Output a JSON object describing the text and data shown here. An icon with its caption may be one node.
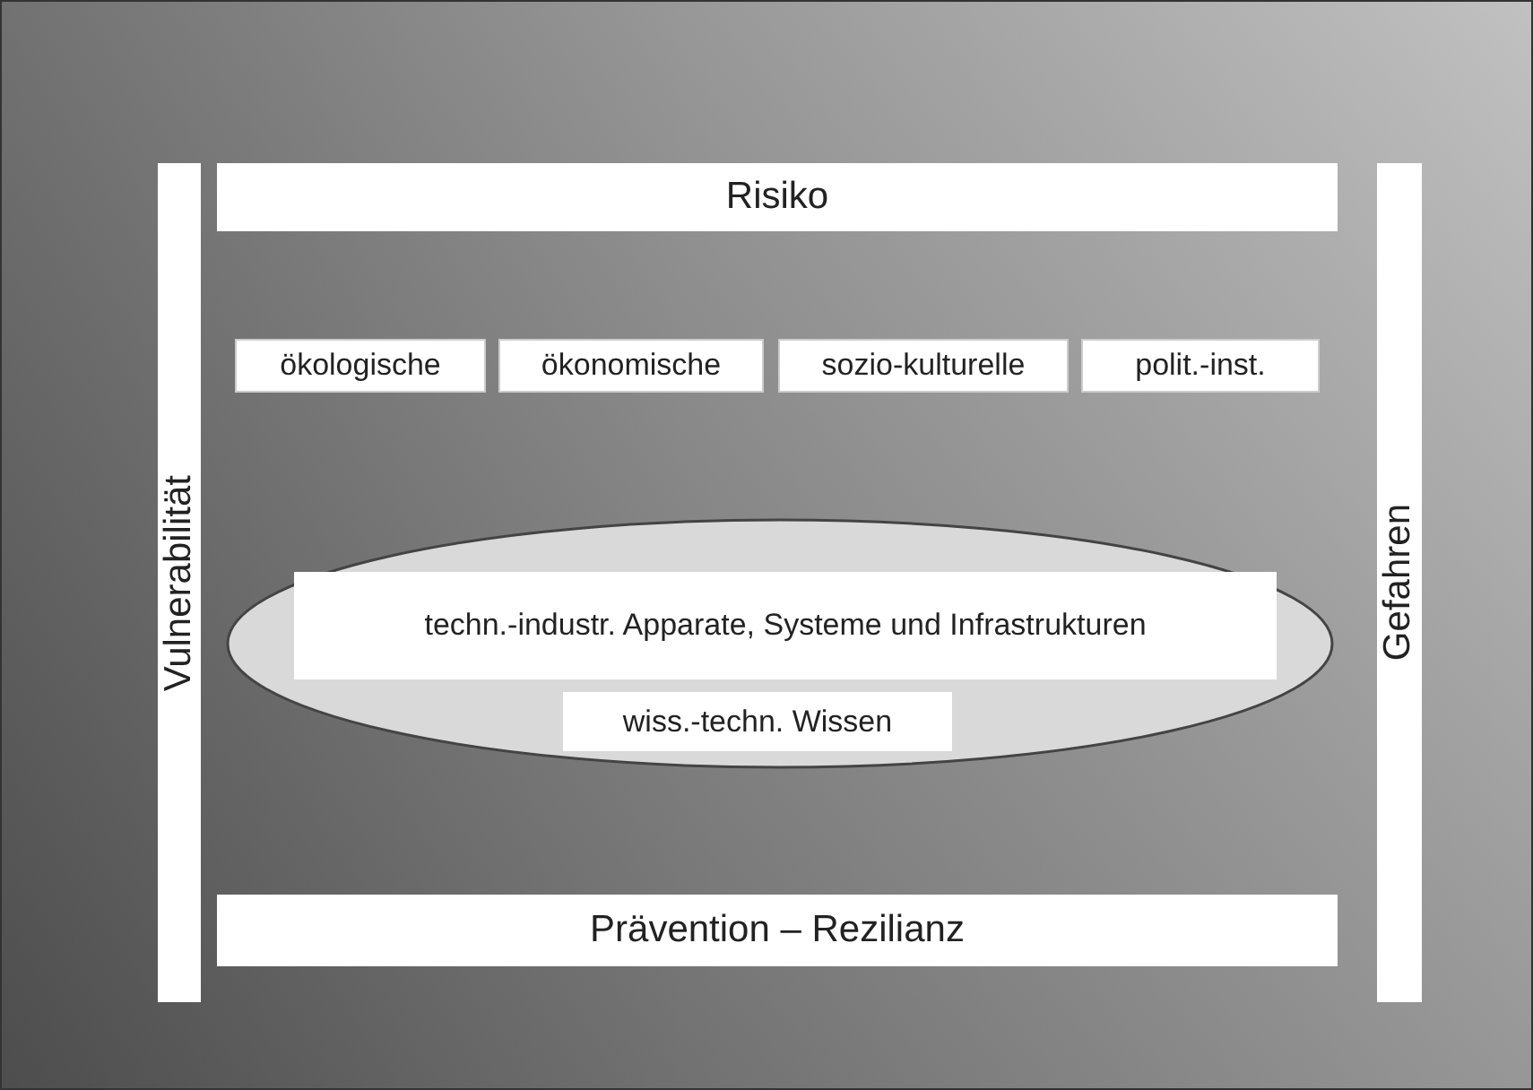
{
  "diagram": {
    "nodes": [
      {
        "text": [
          "Vulnerabilität"
        ]
      },
      {
        "text": [
          "Risiko"
        ]
      },
      {
        "text": [
          "Gefahren"
        ]
      },
      {
        "text": [
          "ökologische"
        ]
      },
      {
        "text": [
          "ökonomische"
        ]
      },
      {
        "text": [
          "sozio-kulturelle"
        ]
      },
      {
        "text": [
          "polit.-inst."
        ]
      },
      {
        "text": [],
        "shape": "ellipse"
      },
      {
        "text": [
          "techn.-industr. Apparate, Systeme und Infrastrukturen"
        ],
        "in": 7
      },
      {
        "text": [
          "wiss.-techn. Wissen"
        ],
        "in": 7
      },
      {
        "text": [
          "Prävention – Rezilianz"
        ]
      }
    ]
  }
}
